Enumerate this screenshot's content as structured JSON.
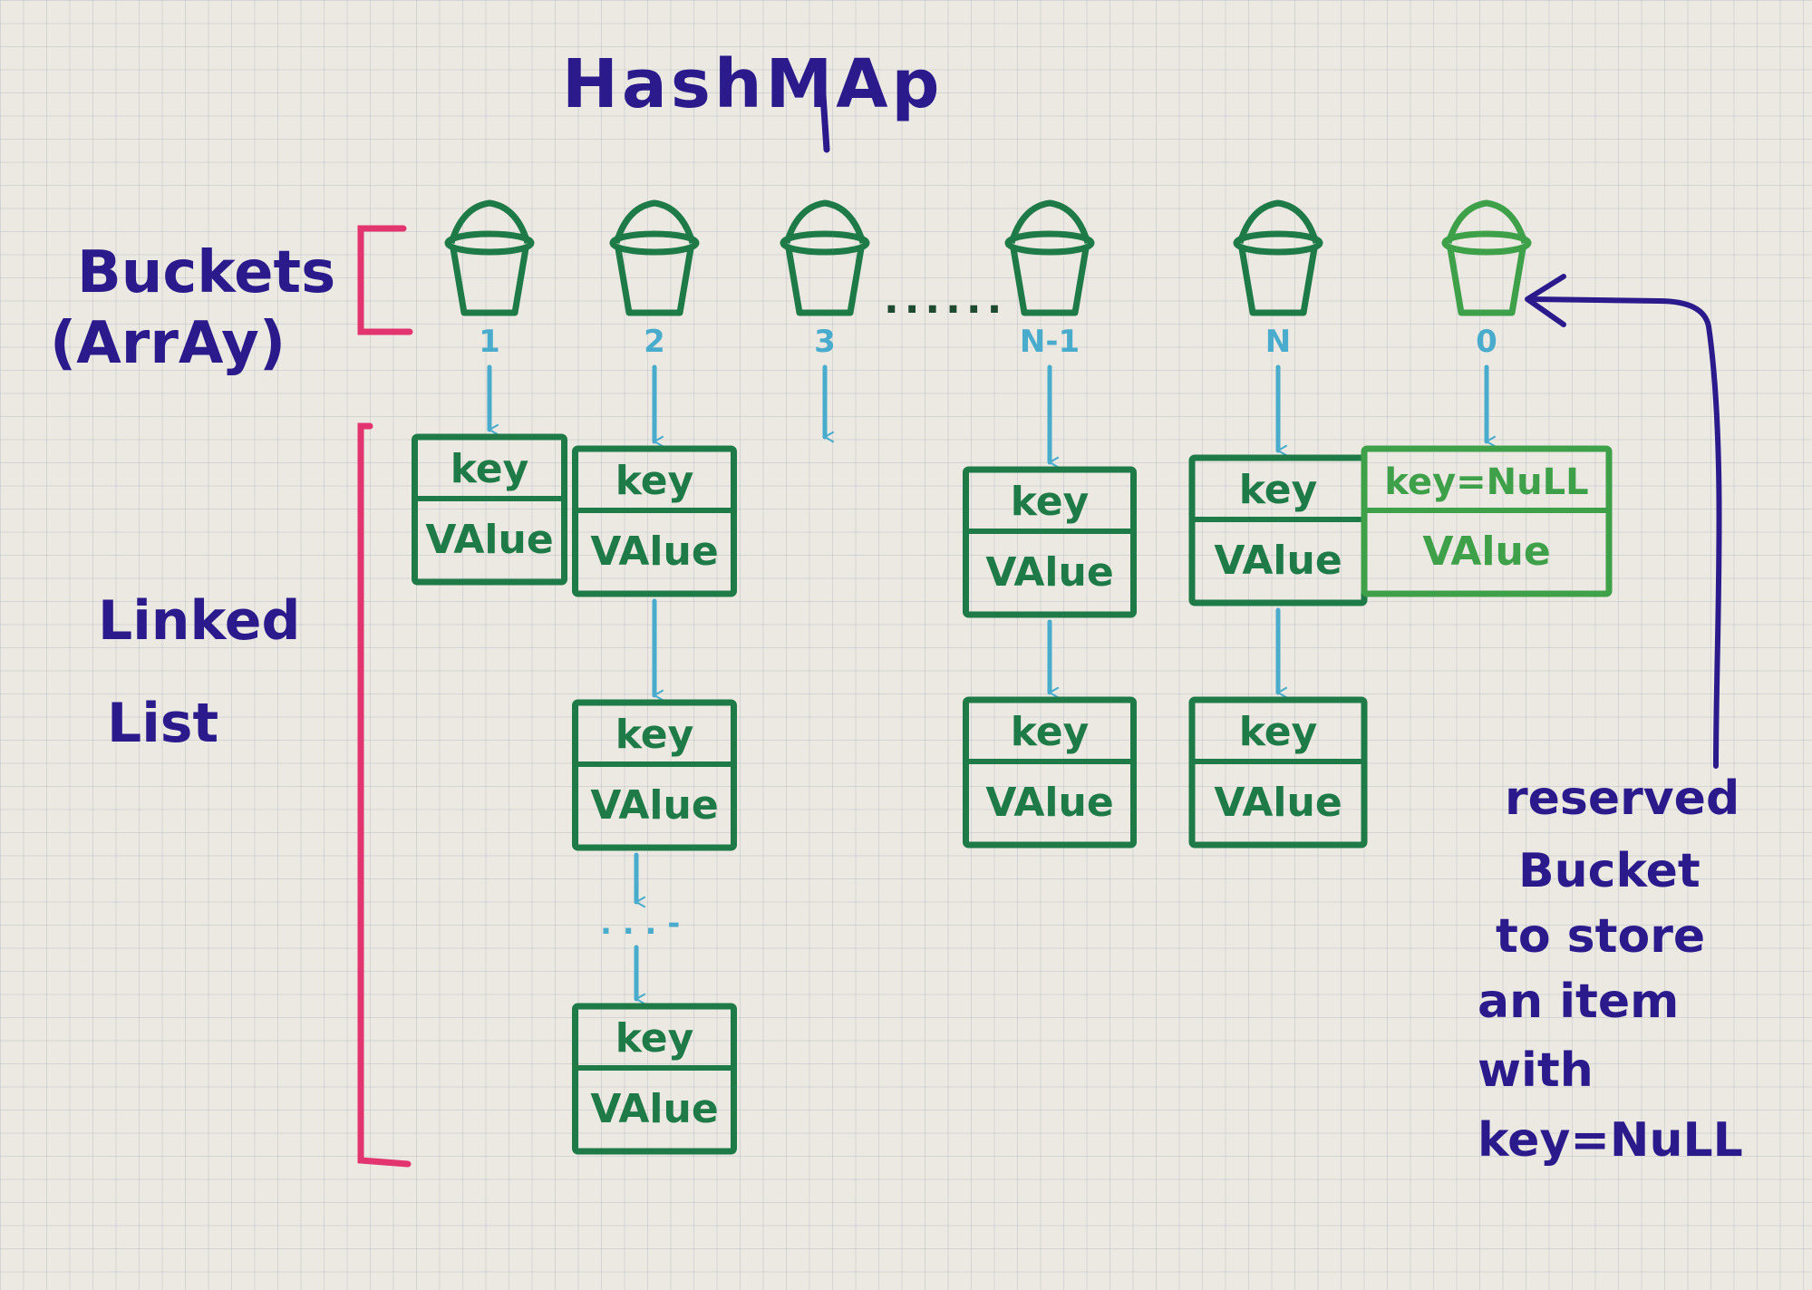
{
  "title": "HashMAp",
  "labels": {
    "buckets_line1": "Buckets",
    "buckets_line2": "(ArrAy)",
    "linked_line1": "Linked",
    "linked_line2": "List",
    "ellipsis": "......",
    "chain_ellipsis": ". . . -"
  },
  "buckets": [
    {
      "index": "1",
      "entries": [
        {
          "key": "key",
          "value": "VAlue"
        }
      ]
    },
    {
      "index": "2",
      "entries": [
        {
          "key": "key",
          "value": "VAlue"
        },
        {
          "key": "key",
          "value": "VAlue"
        },
        {
          "key": "key",
          "value": "VAlue"
        }
      ]
    },
    {
      "index": "3",
      "entries": []
    },
    {
      "index": "N-1",
      "entries": [
        {
          "key": "key",
          "value": "VAlue"
        },
        {
          "key": "key",
          "value": "VAlue"
        }
      ]
    },
    {
      "index": "N",
      "entries": [
        {
          "key": "key",
          "value": "VAlue"
        },
        {
          "key": "key",
          "value": "VAlue"
        }
      ]
    },
    {
      "index": "0",
      "entries": [
        {
          "key": "key=NuLL",
          "value": "VAlue"
        }
      ]
    }
  ],
  "reserved_note": [
    "reserved",
    "Bucket",
    "to store",
    "an item",
    "with",
    "key=NuLL"
  ],
  "colors": {
    "paper": "#ece9e2",
    "ink_blue": "#2a1a8c",
    "ink_green": "#1e7a46",
    "ink_light_green": "#3fa04a",
    "ink_cyan": "#4aaccc",
    "ink_pink": "#e2356f"
  }
}
